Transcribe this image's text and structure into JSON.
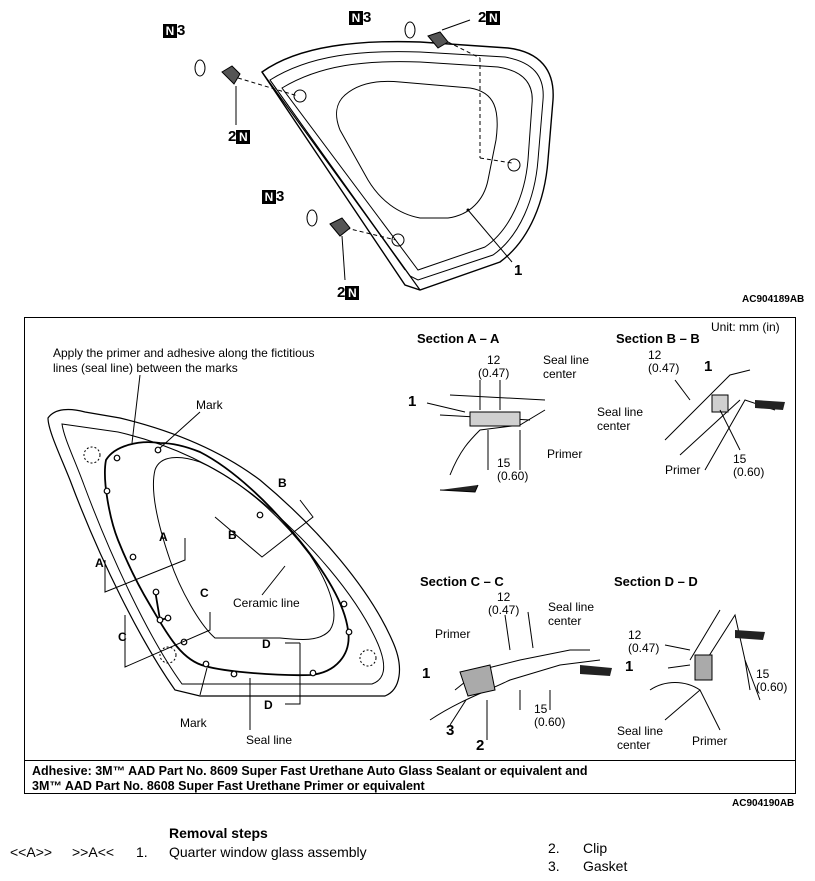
{
  "top_figure": {
    "labels": {
      "n_tag": "N",
      "num_3": "3",
      "num_2": "2",
      "part_1": "1",
      "figure_code": "AC904189AB"
    }
  },
  "detail": {
    "unit": "Unit: mm (in)",
    "instruction": [
      "Apply the primer and adhesive along the fictitious",
      "lines (seal line) between the marks"
    ],
    "mark_label": "Mark",
    "ceramic_line": "Ceramic line",
    "seal_line": "Seal line",
    "section_letters": {
      "a": "A",
      "b": "B",
      "c": "C",
      "d": "D"
    },
    "sections": {
      "aa": {
        "title": "Section A – A",
        "dim1": "12",
        "dim1_in": "(0.47)",
        "dim2": "15",
        "dim2_in": "(0.60)",
        "seal_center": [
          "Seal line",
          "center"
        ],
        "primer": "Primer",
        "num": "1"
      },
      "bb": {
        "title": "Section B – B",
        "dim1": "12",
        "dim1_in": "(0.47)",
        "dim2": "15",
        "dim2_in": "(0.60)",
        "seal_center": [
          "Seal line",
          "center"
        ],
        "primer": "Primer",
        "num": "1"
      },
      "cc": {
        "title": "Section C – C",
        "dim1": "12",
        "dim1_in": "(0.47)",
        "dim2": "15",
        "dim2_in": "(0.60)",
        "seal_center": [
          "Seal line",
          "center"
        ],
        "primer": "Primer",
        "num1": "1",
        "num2": "2",
        "num3": "3"
      },
      "dd": {
        "title": "Section D – D",
        "dim1": "12",
        "dim1_in": "(0.47)",
        "dim2": "15",
        "dim2_in": "(0.60)",
        "seal_center": [
          "Seal line",
          "center"
        ],
        "primer": "Primer",
        "num": "1"
      }
    },
    "adhesive": [
      "Adhesive: 3M™ AAD Part No. 8609 Super Fast Urethane Auto Glass Sealant or equivalent and",
      "3M™ AAD Part No. 8608 Super Fast Urethane Primer or equivalent"
    ],
    "figure_code": "AC904190AB"
  },
  "steps": {
    "heading": "Removal steps",
    "install_ref": "<<A>>",
    "remove_ref": ">>A<<",
    "items": [
      {
        "num": "1.",
        "label": "Quarter window glass assembly"
      },
      {
        "num": "2.",
        "label": "Clip"
      },
      {
        "num": "3.",
        "label": "Gasket"
      }
    ]
  }
}
